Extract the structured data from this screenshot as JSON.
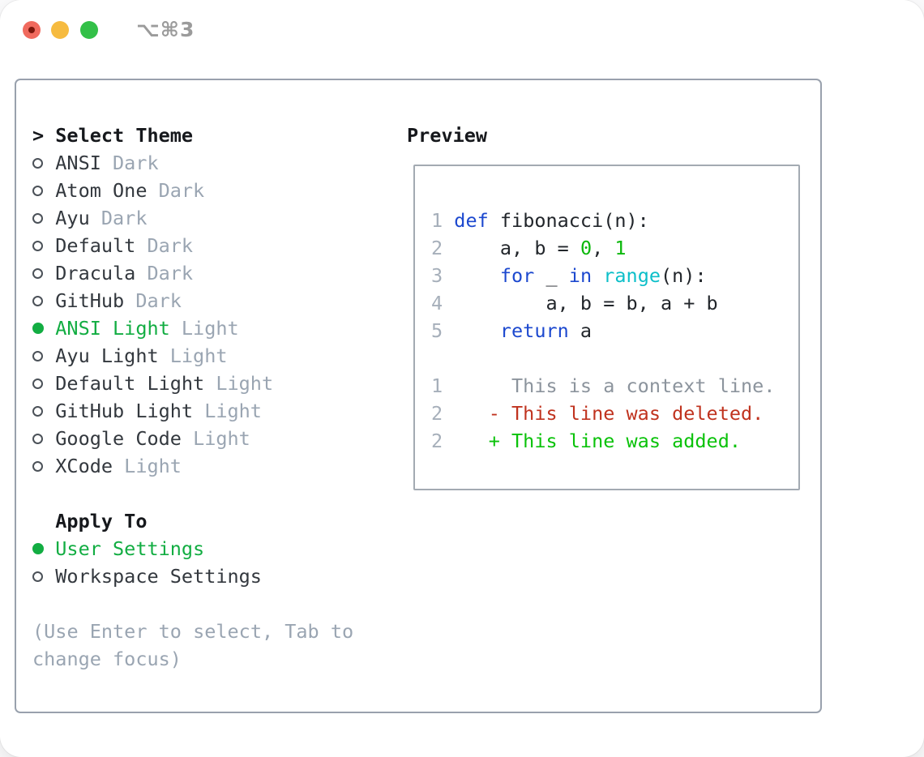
{
  "window": {
    "title": "⌥⌘3"
  },
  "colors": {
    "accent-green": "#12ad42",
    "keyword-blue": "#1d49cf",
    "builtin-cyan": "#0cbfc9",
    "literal-green": "#0cb80c",
    "added-green": "#0ac20a",
    "deleted-red": "#c0331f",
    "context-gray": "#8c949d",
    "linenum-gray": "#a6afba",
    "muted-gray": "#9aa5b2",
    "text-dark": "#33383e",
    "code-fg": "#22262b",
    "border-gray": "#99a1ad",
    "traffic-red": "#f06a5e",
    "traffic-red-dot": "#7b170c",
    "traffic-yellow": "#f6bb40",
    "traffic-green": "#33c048"
  },
  "theme_panel": {
    "prompt": ">",
    "heading": "Select Theme",
    "items": [
      {
        "name": "ANSI",
        "variant": "Dark",
        "selected": false
      },
      {
        "name": "Atom One",
        "variant": "Dark",
        "selected": false
      },
      {
        "name": "Ayu",
        "variant": "Dark",
        "selected": false
      },
      {
        "name": "Default",
        "variant": "Dark",
        "selected": false
      },
      {
        "name": "Dracula",
        "variant": "Dark",
        "selected": false
      },
      {
        "name": "GitHub",
        "variant": "Dark",
        "selected": false
      },
      {
        "name": "ANSI Light",
        "variant": "Light",
        "selected": true
      },
      {
        "name": "Ayu Light",
        "variant": "Light",
        "selected": false
      },
      {
        "name": "Default Light",
        "variant": "Light",
        "selected": false
      },
      {
        "name": "GitHub Light",
        "variant": "Light",
        "selected": false
      },
      {
        "name": "Google Code",
        "variant": "Light",
        "selected": false
      },
      {
        "name": "XCode",
        "variant": "Light",
        "selected": false
      }
    ],
    "apply_heading": "Apply To",
    "apply_options": [
      {
        "name": "User Settings",
        "selected": true
      },
      {
        "name": "Workspace Settings",
        "selected": false
      }
    ],
    "hint_lines": [
      "(Use Enter to select, Tab to",
      "change focus)"
    ]
  },
  "preview": {
    "heading": "Preview",
    "code_lines": [
      {
        "segments": [
          {
            "text": "1 ",
            "style": "linenum"
          },
          {
            "text": "def",
            "style": "keyword"
          },
          {
            "text": " fibonacci(n):",
            "style": "plain"
          }
        ]
      },
      {
        "segments": [
          {
            "text": "2 ",
            "style": "linenum"
          },
          {
            "text": "    a, b = ",
            "style": "plain"
          },
          {
            "text": "0",
            "style": "number"
          },
          {
            "text": ", ",
            "style": "plain"
          },
          {
            "text": "1",
            "style": "number"
          }
        ]
      },
      {
        "segments": [
          {
            "text": "3 ",
            "style": "linenum"
          },
          {
            "text": "    ",
            "style": "plain"
          },
          {
            "text": "for",
            "style": "keyword"
          },
          {
            "text": " _ ",
            "style": "plain"
          },
          {
            "text": "in",
            "style": "keyword"
          },
          {
            "text": " ",
            "style": "plain"
          },
          {
            "text": "range",
            "style": "builtin"
          },
          {
            "text": "(n):",
            "style": "plain"
          }
        ]
      },
      {
        "segments": [
          {
            "text": "4 ",
            "style": "linenum"
          },
          {
            "text": "        a, b = b, a + b",
            "style": "plain"
          }
        ]
      },
      {
        "segments": [
          {
            "text": "5 ",
            "style": "linenum"
          },
          {
            "text": "    ",
            "style": "plain"
          },
          {
            "text": "return",
            "style": "keyword"
          },
          {
            "text": " a",
            "style": "plain"
          }
        ]
      },
      {
        "segments": []
      },
      {
        "segments": [
          {
            "text": "1 ",
            "style": "linenum"
          },
          {
            "text": "     This is a context line.",
            "style": "context"
          }
        ]
      },
      {
        "segments": [
          {
            "text": "2 ",
            "style": "linenum"
          },
          {
            "text": "   - This line was deleted.",
            "style": "deleted"
          }
        ]
      },
      {
        "segments": [
          {
            "text": "2 ",
            "style": "linenum"
          },
          {
            "text": "   + This line was added.",
            "style": "added"
          }
        ]
      }
    ]
  }
}
